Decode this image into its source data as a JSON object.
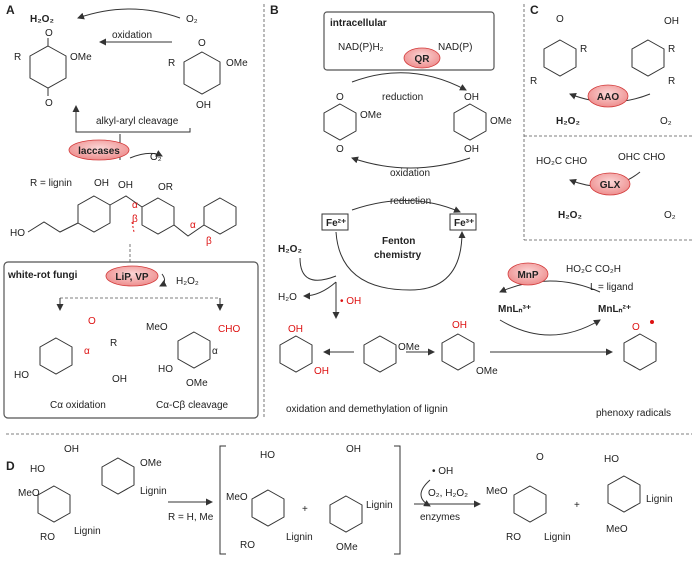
{
  "panel_a": {
    "letter": "A",
    "h2o2": "H₂O₂",
    "o2_top": "O₂",
    "oxidation": "oxidation",
    "ome_left": "OMe",
    "r_left": "R",
    "ome_right": "OMe",
    "r_right": "R",
    "oh_right": "OH",
    "cleavage": "alkyl-aryl cleavage",
    "enzyme": "laccases",
    "o2_mid": "O₂",
    "r_def": "R = lignin",
    "ho": "HO",
    "alpha": "α",
    "beta": "β",
    "wrf": "white-rot fungi",
    "lipvp": "LiP, VP",
    "h2o2_b": "H₂O₂",
    "cho": "CHO",
    "ca_ox": "Cα oxidation",
    "cacb": "Cα-Cβ cleavage"
  },
  "panel_b": {
    "letter": "B",
    "intracellular": "intracellular",
    "nadph": "NAD(P)H₂",
    "nadp": "NAD(P)",
    "qr": "QR",
    "reduction1": "reduction",
    "oxidation": "oxidation",
    "reduction2": "reduction",
    "fe2": "Fe²⁺",
    "fe3": "Fe³⁺",
    "fenton": "Fenton",
    "chemistry": "chemistry",
    "h2o2": "H₂O₂",
    "h2o": "H₂O",
    "oh": "• OH",
    "mnp": "MnP",
    "mnl3": "MnLₙ³⁺",
    "mnl2": "MnLₙ²⁺",
    "ligand_acid": "HO₂C    CO₂H",
    "ligand_def": "L = ligand",
    "ome": "OMe",
    "demeth": "oxidation and demethylation of lignin",
    "phenoxy": "phenoxy radicals"
  },
  "panel_c": {
    "letter": "C",
    "aao": "AAO",
    "glx": "GLX",
    "h2o2_1": "H₂O₂",
    "o2_1": "O₂",
    "h2o2_2": "H₂O₂",
    "o2_2": "O₂",
    "glx_acid": "HO₂C      CHO",
    "glx_ald": "OHC      CHO",
    "oh": "OH",
    "r": "R"
  },
  "panel_d": {
    "letter": "D",
    "oh": "OH",
    "ho": "HO",
    "ome": "OMe",
    "meo": "MeO",
    "lignin": "Lignin",
    "ro": "RO",
    "r_def": "R = H, Me",
    "plus": "+",
    "oh_rad": "• OH",
    "o2h2o2": "O₂, H₂O₂",
    "enzymes": "enzymes"
  },
  "colors": {
    "enzyme_fill": "#f4b3b3",
    "enzyme_stroke": "#d23a3a",
    "red": "#dd1111"
  }
}
